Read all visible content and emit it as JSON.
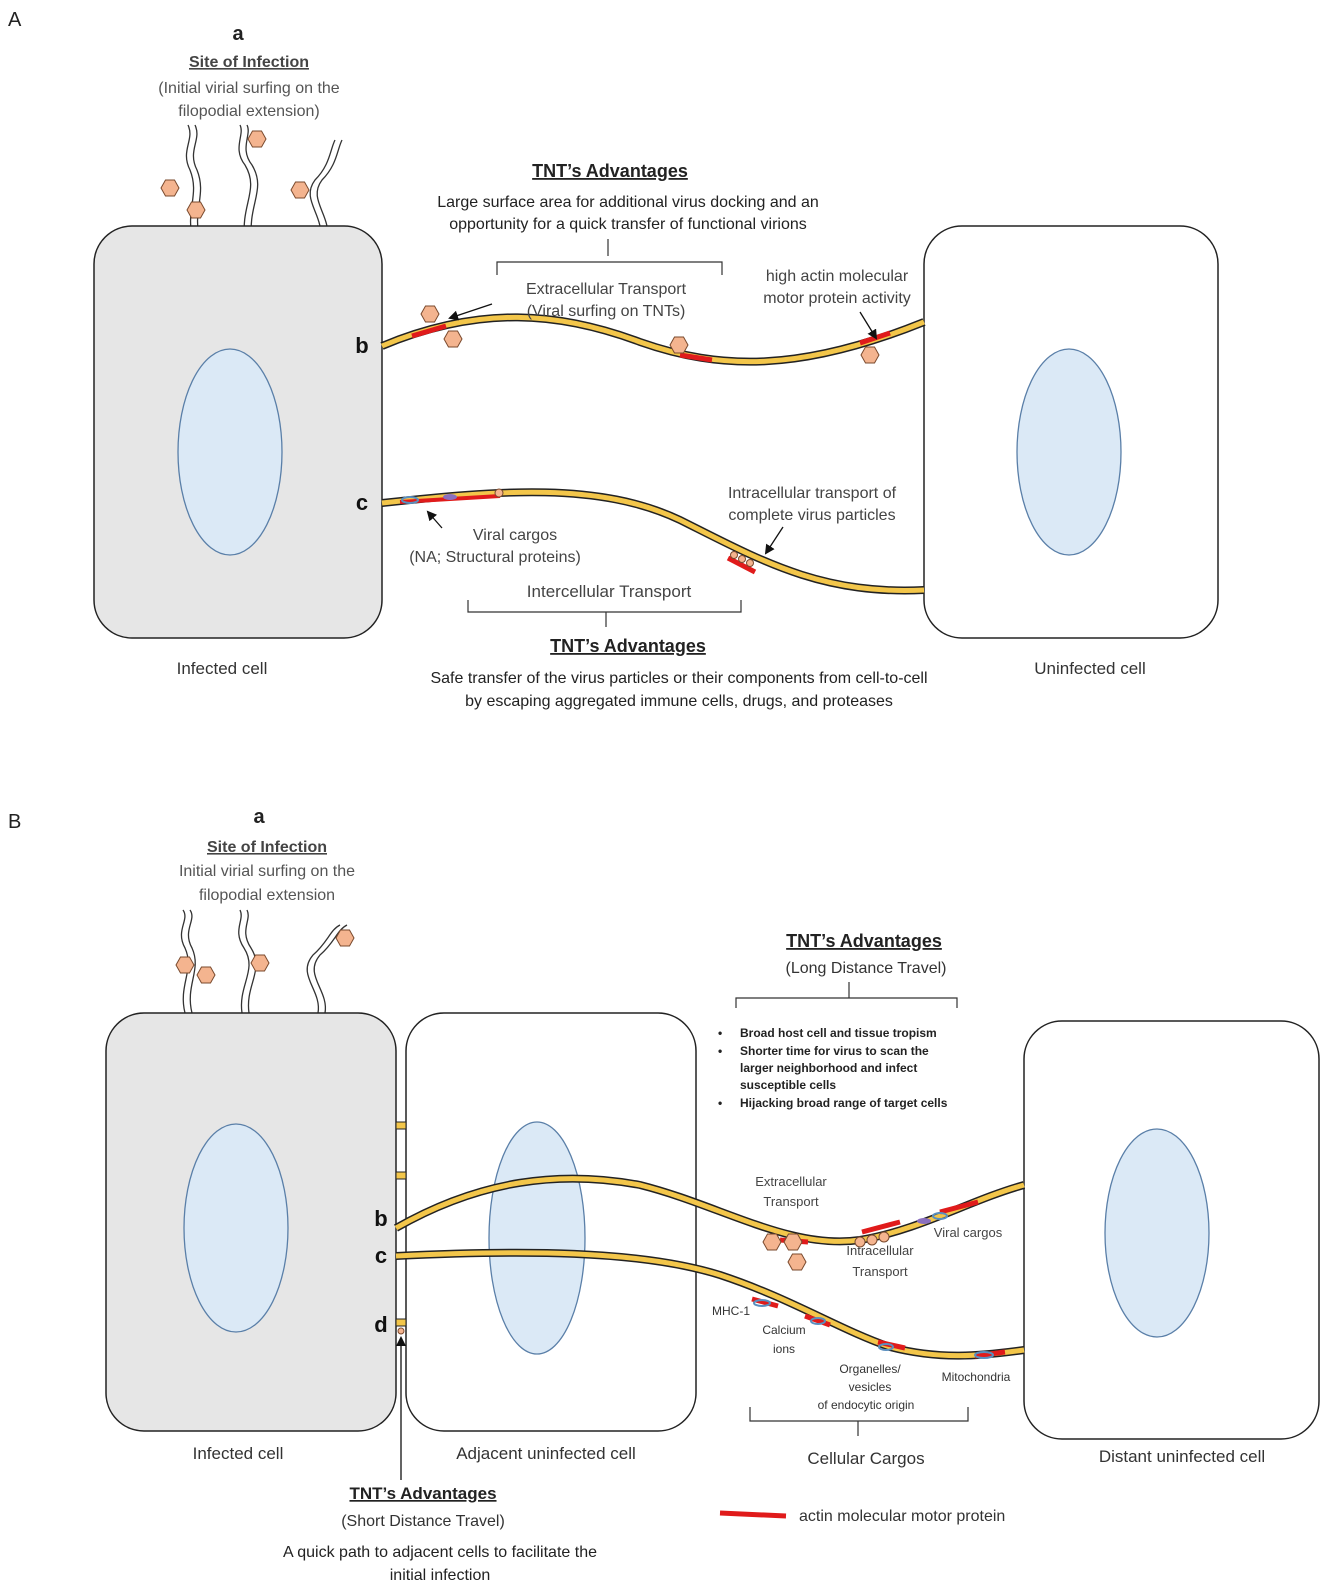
{
  "panel_a": {
    "letter": "A",
    "site_letter": "a",
    "site_title": "Site of Infection",
    "site_desc_1": "(Initial virial surfing on the",
    "site_desc_2": "filopodial extension)",
    "adv_top_title": "TNT’s Advantages",
    "adv_top_1": "Large surface area for additional virus docking and an",
    "adv_top_2": "opportunity for a quick transfer of functional virions",
    "extracellular_1": "Extracellular Transport",
    "extracellular_2": "(Viral surfing on TNTs)",
    "actin_note_1": "high actin molecular",
    "actin_note_2": "motor protein activity",
    "label_b": "b",
    "label_c": "c",
    "intra_note_1": "Intracellular transport of",
    "intra_note_2": "complete virus particles",
    "cargo_1": "Viral cargos",
    "cargo_2": "(NA; Structural proteins)",
    "intercellular": "Intercellular Transport",
    "adv_bottom_title": "TNT’s Advantages",
    "adv_bottom_1": "Safe transfer of the virus particles or their components from cell-to-cell",
    "adv_bottom_2": "by escaping aggregated immune cells, drugs, and proteases",
    "infected_cell": "Infected cell",
    "uninfected_cell": "Uninfected cell"
  },
  "panel_b": {
    "letter": "B",
    "site_letter": "a",
    "site_title": "Site of Infection",
    "site_desc_1": "Initial virial surfing on the",
    "site_desc_2": "filopodial extension",
    "adv_long_title": "TNT’s Advantages",
    "adv_long_sub": "(Long Distance Travel)",
    "bullets": [
      "Broad host cell and tissue tropism",
      "Shorter time  for virus to scan the",
      "larger neighborhood and infect",
      "susceptible cells",
      "Hijacking broad range of target cells"
    ],
    "extracellular_1": "Extracellular",
    "extracellular_2": "Transport",
    "intracellular_1": "Intracellular",
    "intracellular_2": "Transport",
    "viral_cargos": "Viral cargos",
    "label_b": "b",
    "label_c": "c",
    "label_d": "d",
    "mhc": "MHC-1",
    "calcium_1": "Calcium",
    "calcium_2": "ions",
    "organelles_1": "Organelles/",
    "organelles_2": "vesicles",
    "organelles_3": "of endocytic origin",
    "mitochondria": "Mitochondria",
    "cellular_cargos": "Cellular Cargos",
    "infected_cell": "Infected cell",
    "adjacent_cell": "Adjacent uninfected cell",
    "distant_cell": "Distant uninfected cell",
    "adv_short_title": "TNT’s Advantages",
    "adv_short_sub": "(Short Distance Travel)",
    "adv_short_1": "A quick path to adjacent cells to facilitate the",
    "adv_short_2": "initial infection",
    "legend_actin": "actin molecular  motor protein"
  },
  "colors": {
    "infected_fill": "#e6e6e6",
    "nucleus_fill": "#dbe9f6",
    "nucleus_stroke": "#5a7fa8",
    "tnt_fill": "#f3c64a",
    "actin": "#e01b1b",
    "virion": "#f4b48f",
    "virion_stroke": "#7a4a2e",
    "cargo_blue": "#5a8fbf"
  }
}
